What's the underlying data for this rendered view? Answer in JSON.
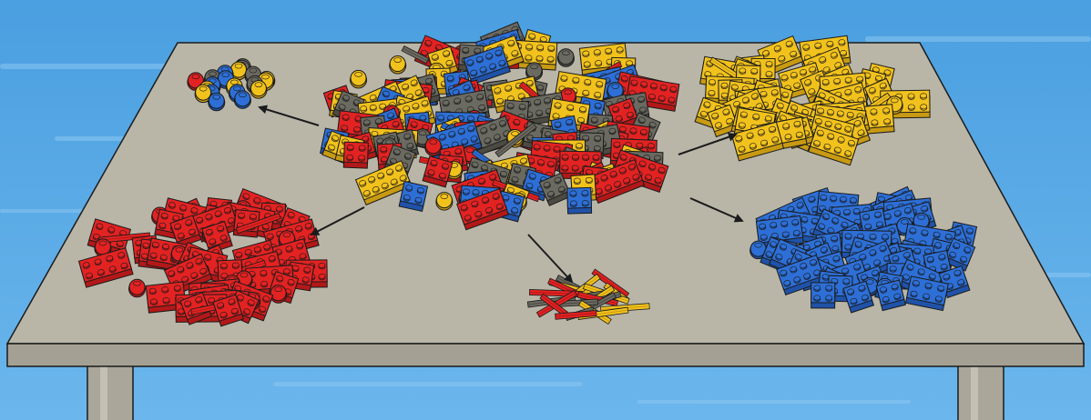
{
  "colors": {
    "sky": "#5aa9e6",
    "sky_light": "#9fd0f4",
    "table_top": "#b9b6a8",
    "table_edge": "#9d9a8d",
    "table_leg": "#aaa79a",
    "outline": "#1b1b1b",
    "brick_red": "#e32222",
    "brick_red_dark": "#b31818",
    "brick_yellow": "#f2c21c",
    "brick_yellow_dark": "#c89a12",
    "brick_blue": "#2d6fd6",
    "brick_blue_dark": "#1f52a8",
    "brick_gray": "#6b6a61",
    "brick_gray_dark": "#4b4a43",
    "arrow": "#1b1b1b"
  },
  "scene": {
    "description_icons": [
      "table",
      "mixed-brick-pile",
      "red-brick-pile",
      "yellow-brick-pile",
      "blue-brick-pile",
      "round-studs-pile",
      "axle-rods-pile",
      "sorting-arrows"
    ]
  }
}
